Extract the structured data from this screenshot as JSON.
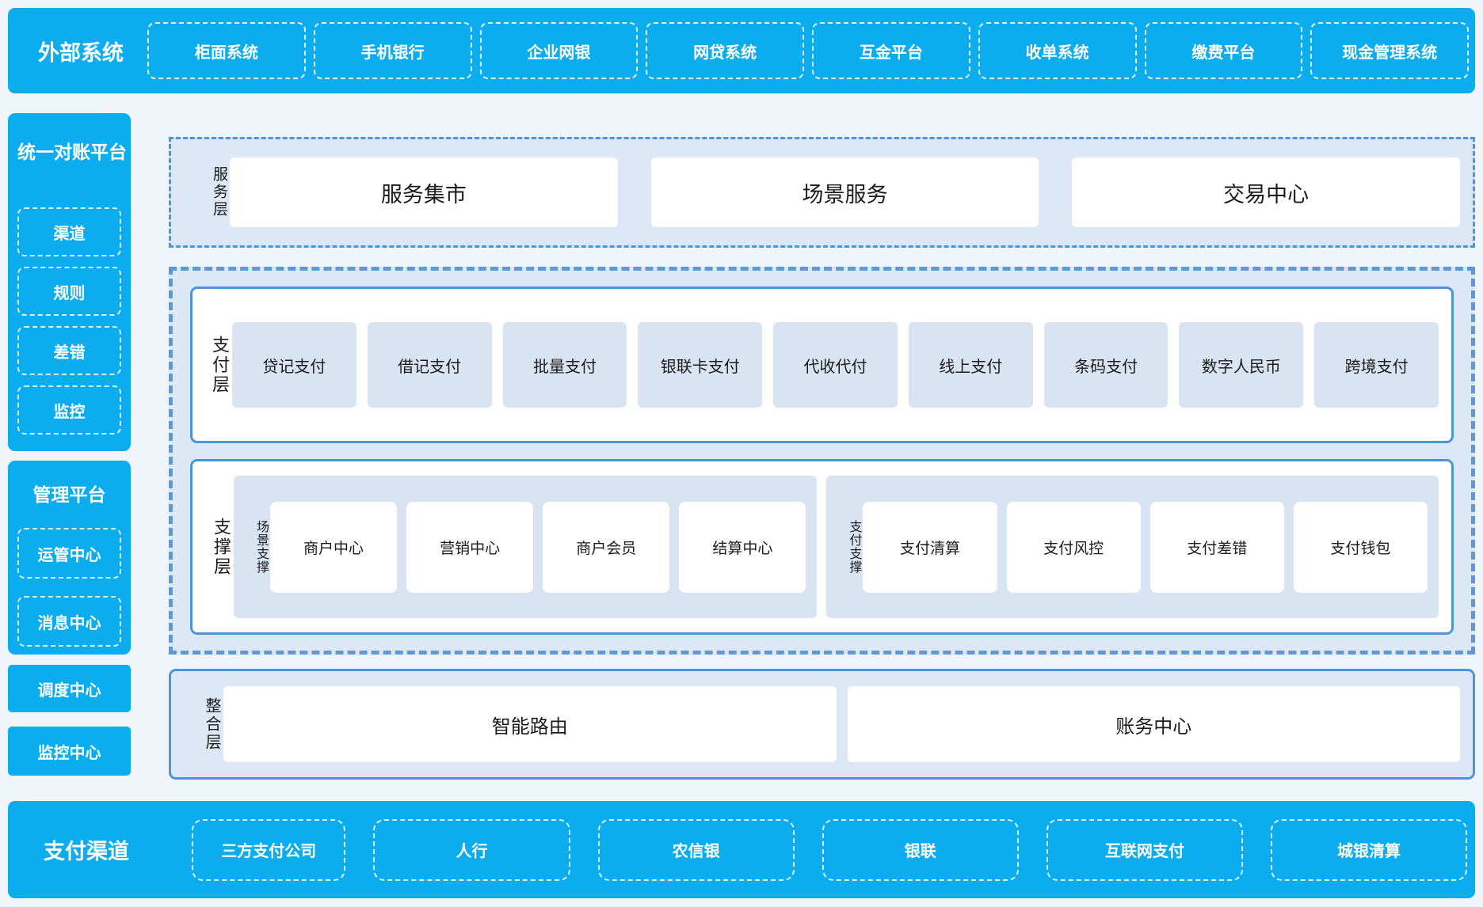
{
  "colors": {
    "primary_blue": "#0badee",
    "panel_fill": "#dce8f5",
    "card_fill": "#d9e4f2",
    "border_blue": "#4f93d8",
    "dashed_border_blue": "#5b9bd5"
  },
  "top_bar": {
    "title": "外部系统",
    "items": [
      "柜面系统",
      "手机银行",
      "企业网银",
      "网贷系统",
      "互金平台",
      "收单系统",
      "缴费平台",
      "现金管理系统"
    ]
  },
  "sidebar": {
    "reconciliation": {
      "title": "统一对账平台",
      "items": [
        "渠道",
        "规则",
        "差错",
        "监控"
      ]
    },
    "management": {
      "title": "管理平台",
      "items": [
        "运管中心",
        "消息中心"
      ]
    },
    "standalone": [
      "调度中心",
      "监控中心"
    ]
  },
  "main": {
    "service_layer": {
      "label": "服务层",
      "items": [
        "服务集市",
        "场景服务",
        "交易中心"
      ]
    },
    "payment_layer": {
      "label": "支付层",
      "items": [
        "贷记支付",
        "借记支付",
        "批量支付",
        "银联卡支付",
        "代收代付",
        "线上支付",
        "条码支付",
        "数字人民币",
        "跨境支付"
      ]
    },
    "support_layer": {
      "label": "支撑层",
      "groups": [
        {
          "label": "场景支撑",
          "items": [
            "商户中心",
            "营销中心",
            "商户会员",
            "结算中心"
          ]
        },
        {
          "label": "支付支撑",
          "items": [
            "支付清算",
            "支付风控",
            "支付差错",
            "支付钱包"
          ]
        }
      ]
    },
    "integration_layer": {
      "label": "整合层",
      "items": [
        "智能路由",
        "账务中心"
      ]
    }
  },
  "bottom_bar": {
    "title": "支付渠道",
    "items": [
      "三方支付公司",
      "人行",
      "农信银",
      "银联",
      "互联网支付",
      "城银清算"
    ]
  }
}
